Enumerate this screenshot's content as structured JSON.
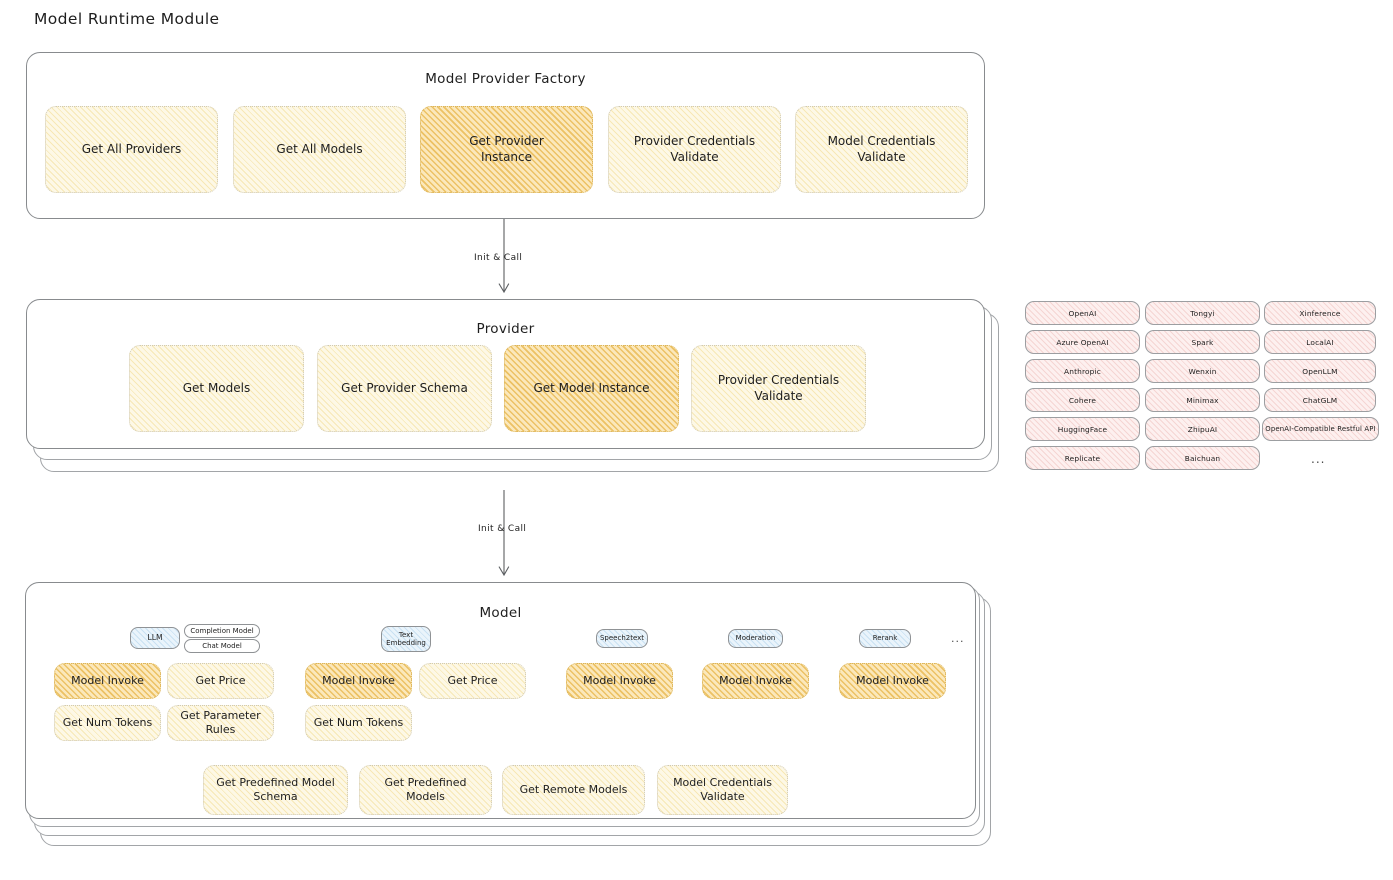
{
  "page": {
    "title": "Model Runtime Module"
  },
  "arrows": [
    {
      "label": "Init & Call"
    },
    {
      "label": "Init & Call"
    }
  ],
  "factory": {
    "title": "Model Provider Factory",
    "nodes": [
      {
        "label": "Get All Providers",
        "highlight": false
      },
      {
        "label": "Get All Models",
        "highlight": false
      },
      {
        "label": "Get Provider\nInstance",
        "highlight": true
      },
      {
        "label": "Provider Credentials\nValidate",
        "highlight": false
      },
      {
        "label": "Model Credentials\nValidate",
        "highlight": false
      }
    ]
  },
  "provider": {
    "title": "Provider",
    "nodes": [
      {
        "label": "Get Models",
        "highlight": false
      },
      {
        "label": "Get Provider Schema",
        "highlight": false
      },
      {
        "label": "Get Model Instance",
        "highlight": true
      },
      {
        "label": "Provider Credentials\nValidate",
        "highlight": false
      }
    ]
  },
  "provider_list": {
    "columns": [
      [
        "OpenAI",
        "Azure OpenAI",
        "Anthropic",
        "Cohere",
        "HuggingFace",
        "Replicate"
      ],
      [
        "Tongyi",
        "Spark",
        "Wenxin",
        "Minimax",
        "ZhipuAI",
        "Baichuan"
      ],
      [
        "Xinference",
        "LocalAI",
        "OpenLLM",
        "ChatGLM",
        "OpenAI-Compatible Restful API"
      ]
    ],
    "more": "..."
  },
  "model": {
    "title": "Model",
    "more": "...",
    "types": [
      {
        "badge": "LLM",
        "tags": [
          "Completion Model",
          "Chat Model"
        ],
        "methods": [
          {
            "label": "Model Invoke",
            "highlight": true
          },
          {
            "label": "Get Price",
            "highlight": false
          },
          {
            "label": "Get Num Tokens",
            "highlight": false
          },
          {
            "label": "Get Parameter\nRules",
            "highlight": false
          }
        ]
      },
      {
        "badge": "Text\nEmbedding",
        "tags": [],
        "methods": [
          {
            "label": "Model Invoke",
            "highlight": true
          },
          {
            "label": "Get Price",
            "highlight": false
          },
          {
            "label": "Get Num Tokens",
            "highlight": false
          }
        ]
      },
      {
        "badge": "Speech2text",
        "tags": [],
        "methods": [
          {
            "label": "Model Invoke",
            "highlight": true
          }
        ]
      },
      {
        "badge": "Moderation",
        "tags": [],
        "methods": [
          {
            "label": "Model Invoke",
            "highlight": true
          }
        ]
      },
      {
        "badge": "Rerank",
        "tags": [],
        "methods": [
          {
            "label": "Model Invoke",
            "highlight": true
          }
        ]
      }
    ],
    "common_methods": [
      {
        "label": "Get Predefined Model\nSchema"
      },
      {
        "label": "Get Predefined\nModels"
      },
      {
        "label": "Get Remote Models"
      },
      {
        "label": "Model Credentials\nValidate"
      }
    ]
  }
}
